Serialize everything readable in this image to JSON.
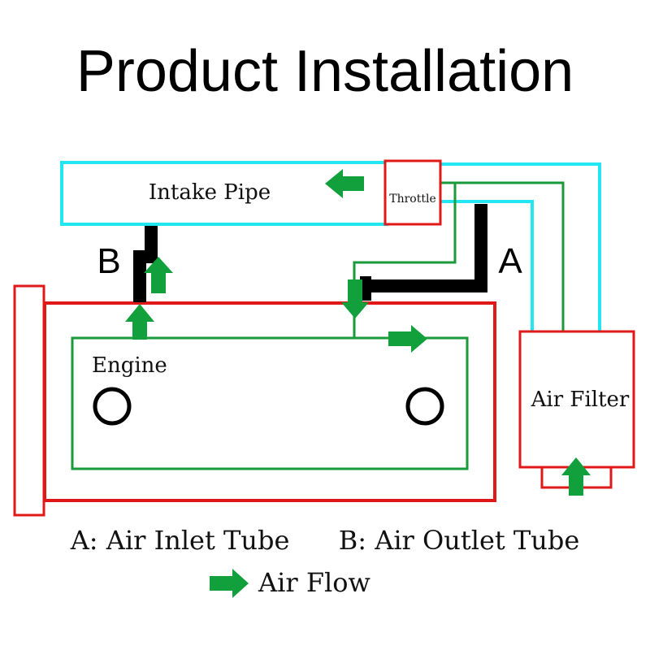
{
  "title": "Product Installation",
  "labels": {
    "intake_pipe": "Intake Pipe",
    "throttle": "Throttle",
    "engine": "Engine",
    "air_filter": "Air Filter",
    "marker_a": "A",
    "marker_b": "B"
  },
  "legend": {
    "a": "A: Air Inlet Tube",
    "b": "B: Air Outlet Tube",
    "flow": "Air Flow"
  },
  "colors": {
    "intake": "#22e6f0",
    "frame": "#e01818",
    "path": "#1a9a3a",
    "arrow": "#12a03c",
    "tube": "#000000"
  }
}
